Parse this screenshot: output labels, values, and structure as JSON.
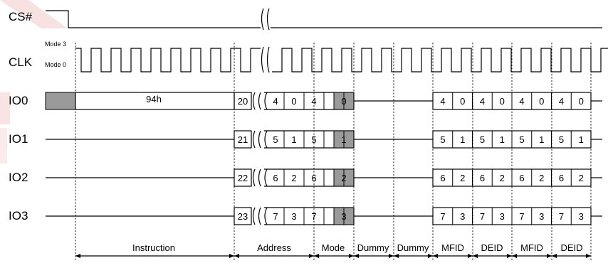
{
  "signals": {
    "cs": "CS#",
    "clk": "CLK",
    "io0": "IO0",
    "io1": "IO1",
    "io2": "IO2",
    "io3": "IO3"
  },
  "modes": {
    "mode3": "Mode 3",
    "mode0": "Mode 0"
  },
  "instruction_code": "94h",
  "io_rows": [
    {
      "addr": "20",
      "bits": [
        "4",
        "0",
        "4",
        "0"
      ],
      "data": [
        "4",
        "0",
        "4",
        "0",
        "4",
        "0",
        "4",
        "0"
      ]
    },
    {
      "addr": "21",
      "bits": [
        "5",
        "1",
        "5",
        "1"
      ],
      "data": [
        "5",
        "1",
        "5",
        "1",
        "5",
        "1",
        "5",
        "1"
      ]
    },
    {
      "addr": "22",
      "bits": [
        "6",
        "2",
        "6",
        "2"
      ],
      "data": [
        "6",
        "2",
        "6",
        "2",
        "6",
        "2",
        "6",
        "2"
      ]
    },
    {
      "addr": "23",
      "bits": [
        "7",
        "3",
        "7",
        "3"
      ],
      "data": [
        "7",
        "3",
        "7",
        "3",
        "7",
        "3",
        "7",
        "3"
      ]
    }
  ],
  "phases": {
    "instruction": "Instruction",
    "address": "Address",
    "mode": "Mode",
    "dummy1": "Dummy",
    "dummy2": "Dummy",
    "mfid1": "MFID",
    "deid1": "DEID",
    "mfid2": "MFID",
    "deid2": "DEID"
  },
  "colors": {
    "shade": "#9a9a9a",
    "line": "#000000",
    "watermark": "#e8b0b0"
  }
}
